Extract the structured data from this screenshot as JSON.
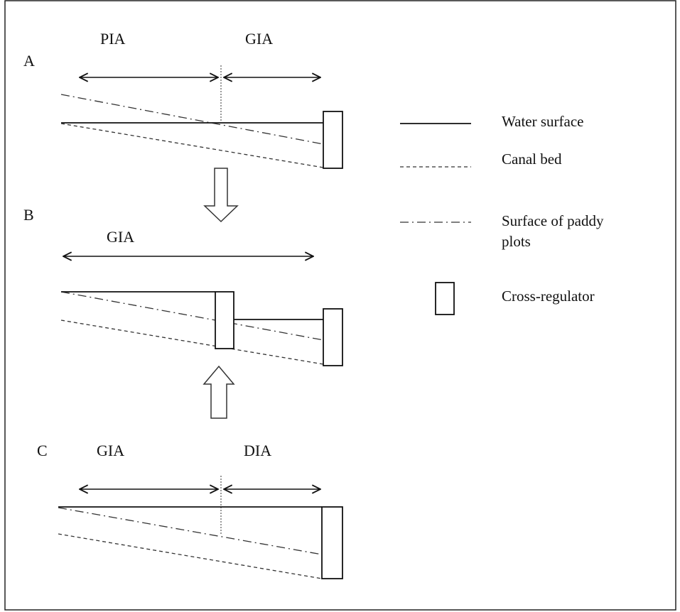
{
  "panels": {
    "a": {
      "letter": "A",
      "left_label": "PIA",
      "right_label": "GIA"
    },
    "b": {
      "letter": "B",
      "span_label": "GIA"
    },
    "c": {
      "letter": "C",
      "left_label": "GIA",
      "right_label": "DIA"
    }
  },
  "legend": {
    "water_surface": "Water surface",
    "canal_bed": "Canal bed",
    "paddy_line1": "Surface of paddy",
    "paddy_line2": "plots",
    "cross_regulator": "Cross-regulator"
  }
}
